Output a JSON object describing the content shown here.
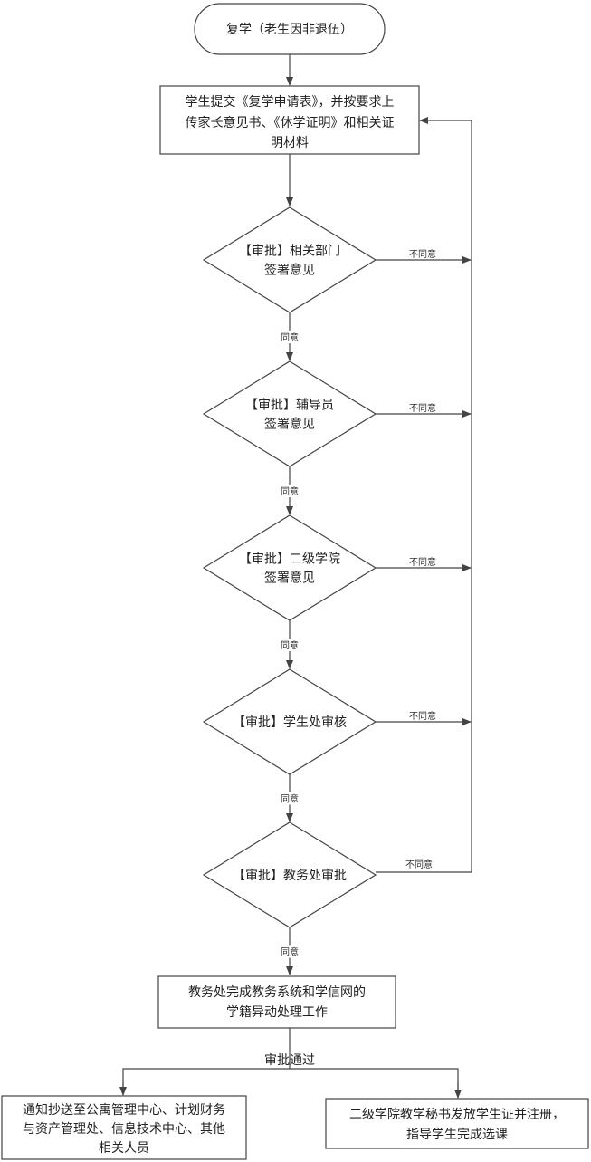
{
  "start": "复学（老生因非退伍）",
  "submit": [
    "学生提交《复学申请表》，并按要求上",
    "传家长意见书、《休学证明》和相关证",
    "明材料"
  ],
  "decisions": [
    [
      "【审批】相关部门",
      "签署意见"
    ],
    [
      "【审批】辅导员",
      "签署意见"
    ],
    [
      "【审批】二级学院",
      "签署意见"
    ],
    [
      "【审批】学生处审核"
    ],
    [
      "【审批】教务处审批"
    ]
  ],
  "agree_label": "同意",
  "disagree_label": "不同意",
  "process": [
    "教务处完成教务系统和学信网的",
    "学籍异动处理工作"
  ],
  "approved_label": "审批通过",
  "notify": [
    "通知抄送至公寓管理中心、计划财务",
    "与资产管理处、信息技术中心、其他",
    "相关人员"
  ],
  "register": [
    "二级学院教学秘书发放学生证并注册，",
    "指导学生完成选课"
  ]
}
